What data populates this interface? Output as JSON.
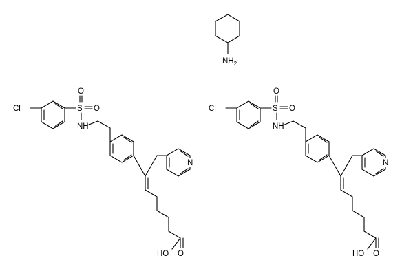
{
  "components": [
    {
      "id": "cyclohexylamine",
      "atoms": {
        "N": "NH",
        "N_sub": "2"
      }
    },
    {
      "id": "molecule-left",
      "atoms": {
        "Cl": "Cl",
        "S": "S",
        "O1": "O",
        "O2": "O",
        "NH": "NH",
        "Npy": "N",
        "OH": "HO",
        "O": "O"
      }
    },
    {
      "id": "molecule-right",
      "atoms": {
        "Cl": "Cl",
        "S": "S",
        "O1": "O",
        "O2": "O",
        "NH": "NH",
        "Npy": "N",
        "OH": "HO",
        "O": "O"
      }
    }
  ]
}
